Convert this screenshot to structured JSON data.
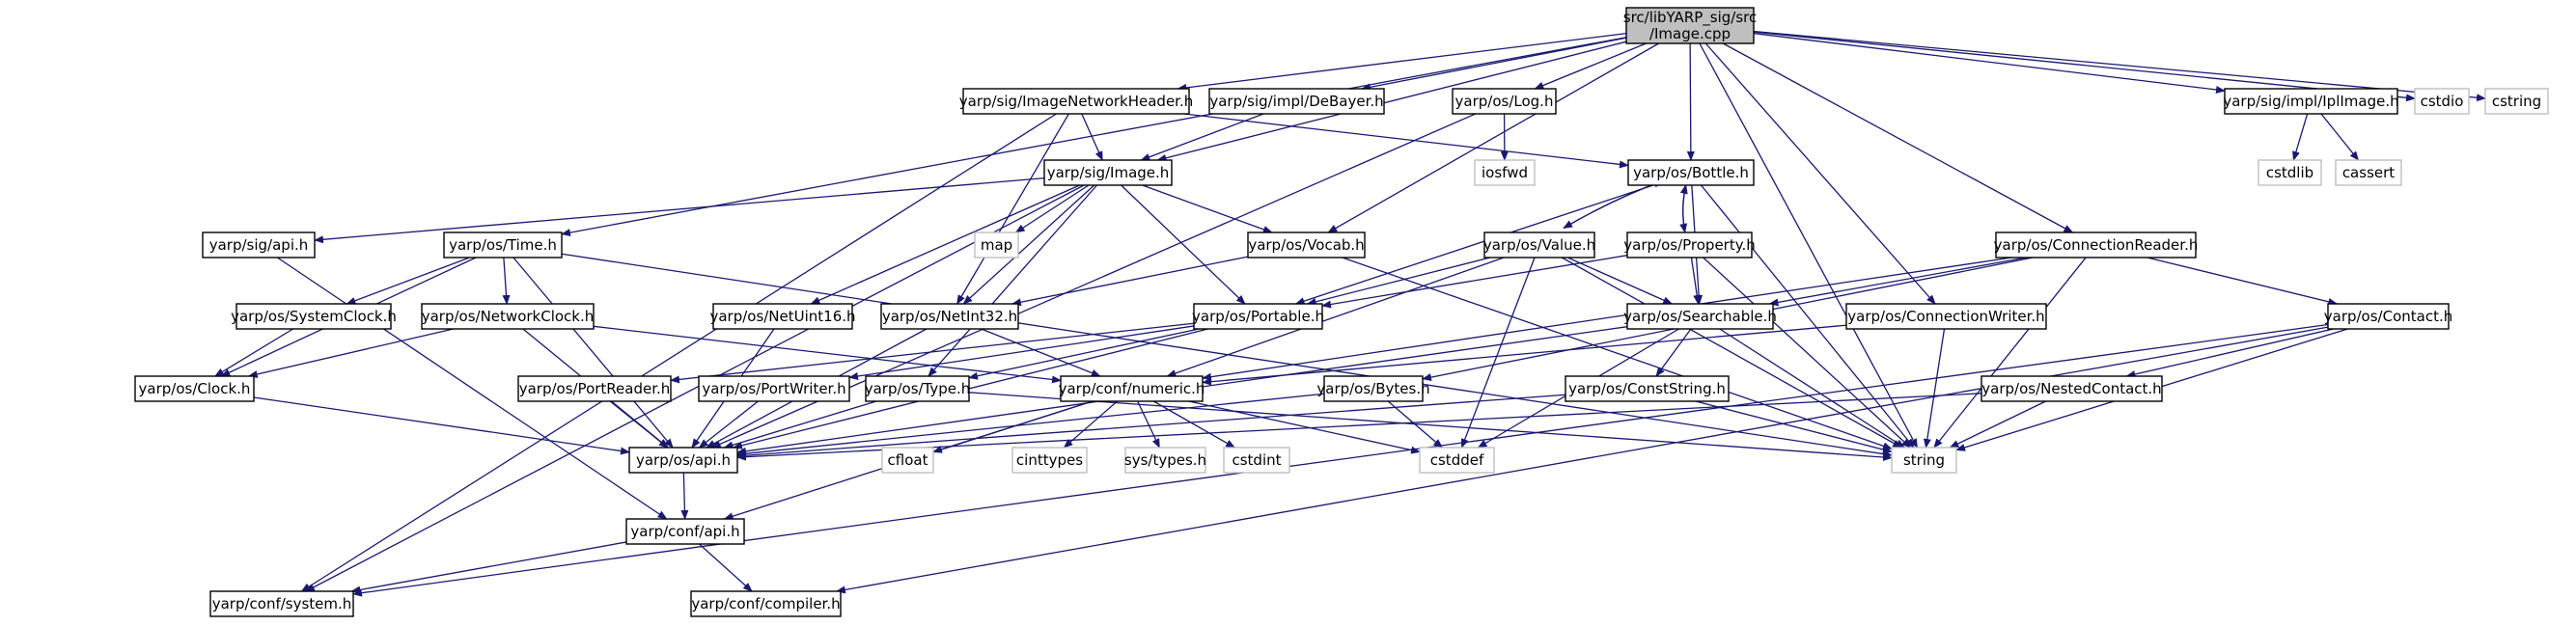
{
  "colors": {
    "edge": "#191970",
    "node_border": "#000000",
    "system_border": "#bfbfbf",
    "root_fill": "#bfbfbf",
    "background": "#ffffff"
  },
  "nodes": [
    {
      "id": "root",
      "label": [
        "src/libYARP_sig/src",
        "/Image.cpp"
      ],
      "kind": "root"
    },
    {
      "id": "imgnethdr",
      "label": [
        "yarp/sig/ImageNetworkHeader.h"
      ]
    },
    {
      "id": "debayer",
      "label": [
        "yarp/sig/impl/DeBayer.h"
      ]
    },
    {
      "id": "log",
      "label": [
        "yarp/os/Log.h"
      ]
    },
    {
      "id": "iplimage",
      "label": [
        "yarp/sig/impl/IplImage.h"
      ]
    },
    {
      "id": "cstdio",
      "label": [
        "cstdio"
      ],
      "kind": "sys"
    },
    {
      "id": "cstring",
      "label": [
        "cstring"
      ],
      "kind": "sys"
    },
    {
      "id": "image",
      "label": [
        "yarp/sig/Image.h"
      ]
    },
    {
      "id": "bottle",
      "label": [
        "yarp/os/Bottle.h"
      ]
    },
    {
      "id": "iosfwd",
      "label": [
        "iosfwd"
      ],
      "kind": "sys"
    },
    {
      "id": "cstdlib",
      "label": [
        "cstdlib"
      ],
      "kind": "sys"
    },
    {
      "id": "cassert",
      "label": [
        "cassert"
      ],
      "kind": "sys"
    },
    {
      "id": "sigapi",
      "label": [
        "yarp/sig/api.h"
      ]
    },
    {
      "id": "time",
      "label": [
        "yarp/os/Time.h"
      ]
    },
    {
      "id": "map",
      "label": [
        "map"
      ],
      "kind": "sys"
    },
    {
      "id": "vocab",
      "label": [
        "yarp/os/Vocab.h"
      ]
    },
    {
      "id": "value",
      "label": [
        "yarp/os/Value.h"
      ]
    },
    {
      "id": "property",
      "label": [
        "yarp/os/Property.h"
      ]
    },
    {
      "id": "connreader",
      "label": [
        "yarp/os/ConnectionReader.h"
      ]
    },
    {
      "id": "sysclock",
      "label": [
        "yarp/os/SystemClock.h"
      ]
    },
    {
      "id": "netclock",
      "label": [
        "yarp/os/NetworkClock.h"
      ]
    },
    {
      "id": "netuint16",
      "label": [
        "yarp/os/NetUint16.h"
      ]
    },
    {
      "id": "netint32",
      "label": [
        "yarp/os/NetInt32.h"
      ]
    },
    {
      "id": "portable",
      "label": [
        "yarp/os/Portable.h"
      ]
    },
    {
      "id": "searchable",
      "label": [
        "yarp/os/Searchable.h"
      ]
    },
    {
      "id": "connwriter",
      "label": [
        "yarp/os/ConnectionWriter.h"
      ]
    },
    {
      "id": "contact",
      "label": [
        "yarp/os/Contact.h"
      ]
    },
    {
      "id": "clock",
      "label": [
        "yarp/os/Clock.h"
      ]
    },
    {
      "id": "portreader",
      "label": [
        "yarp/os/PortReader.h"
      ]
    },
    {
      "id": "portwriter",
      "label": [
        "yarp/os/PortWriter.h"
      ]
    },
    {
      "id": "type",
      "label": [
        "yarp/os/Type.h"
      ]
    },
    {
      "id": "numeric",
      "label": [
        "yarp/conf/numeric.h"
      ]
    },
    {
      "id": "bytes",
      "label": [
        "yarp/os/Bytes.h"
      ]
    },
    {
      "id": "conststring",
      "label": [
        "yarp/os/ConstString.h"
      ]
    },
    {
      "id": "nestedcontact",
      "label": [
        "yarp/os/NestedContact.h"
      ]
    },
    {
      "id": "osapi",
      "label": [
        "yarp/os/api.h"
      ]
    },
    {
      "id": "cfloat",
      "label": [
        "cfloat"
      ],
      "kind": "sys"
    },
    {
      "id": "cinttypes",
      "label": [
        "cinttypes"
      ],
      "kind": "sys"
    },
    {
      "id": "systypes",
      "label": [
        "sys/types.h"
      ],
      "kind": "sys"
    },
    {
      "id": "cstdint",
      "label": [
        "cstdint"
      ],
      "kind": "sys"
    },
    {
      "id": "cstddef",
      "label": [
        "cstddef"
      ],
      "kind": "sys"
    },
    {
      "id": "string",
      "label": [
        "string"
      ],
      "kind": "sys"
    },
    {
      "id": "confapi",
      "label": [
        "yarp/conf/api.h"
      ]
    },
    {
      "id": "system",
      "label": [
        "yarp/conf/system.h"
      ]
    },
    {
      "id": "compiler",
      "label": [
        "yarp/conf/compiler.h"
      ]
    }
  ],
  "edges": [
    [
      "root",
      "imgnethdr"
    ],
    [
      "root",
      "debayer"
    ],
    [
      "root",
      "log"
    ],
    [
      "root",
      "iplimage"
    ],
    [
      "root",
      "cstdio"
    ],
    [
      "root",
      "cstring"
    ],
    [
      "root",
      "image"
    ],
    [
      "root",
      "bottle"
    ],
    [
      "root",
      "time"
    ],
    [
      "root",
      "vocab"
    ],
    [
      "root",
      "connreader"
    ],
    [
      "root",
      "connwriter"
    ],
    [
      "root",
      "string"
    ],
    [
      "imgnethdr",
      "image"
    ],
    [
      "imgnethdr",
      "bottle"
    ],
    [
      "imgnethdr",
      "netint32"
    ],
    [
      "imgnethdr",
      "system"
    ],
    [
      "debayer",
      "image"
    ],
    [
      "log",
      "iosfwd"
    ],
    [
      "log",
      "osapi"
    ],
    [
      "iplimage",
      "cstdlib"
    ],
    [
      "iplimage",
      "cassert"
    ],
    [
      "image",
      "sigapi"
    ],
    [
      "image",
      "map"
    ],
    [
      "image",
      "vocab"
    ],
    [
      "image",
      "portable"
    ],
    [
      "image",
      "netuint16"
    ],
    [
      "image",
      "netint32"
    ],
    [
      "image",
      "type"
    ],
    [
      "image",
      "system"
    ],
    [
      "bottle",
      "value"
    ],
    [
      "bottle",
      "property"
    ],
    [
      "bottle",
      "searchable"
    ],
    [
      "bottle",
      "portable"
    ],
    [
      "bottle",
      "string"
    ],
    [
      "value",
      "bottle"
    ],
    [
      "value",
      "portable"
    ],
    [
      "value",
      "searchable"
    ],
    [
      "value",
      "cstddef"
    ],
    [
      "value",
      "numeric"
    ],
    [
      "value",
      "string"
    ],
    [
      "property",
      "bottle"
    ],
    [
      "property",
      "portable"
    ],
    [
      "property",
      "searchable"
    ],
    [
      "property",
      "string"
    ],
    [
      "sigapi",
      "confapi"
    ],
    [
      "time",
      "sysclock"
    ],
    [
      "time",
      "netclock"
    ],
    [
      "time",
      "clock"
    ],
    [
      "time",
      "osapi"
    ],
    [
      "time",
      "string"
    ],
    [
      "sysclock",
      "clock"
    ],
    [
      "netclock",
      "clock"
    ],
    [
      "netclock",
      "osapi"
    ],
    [
      "netclock",
      "numeric"
    ],
    [
      "clock",
      "osapi"
    ],
    [
      "vocab",
      "netint32"
    ],
    [
      "vocab",
      "string"
    ],
    [
      "netuint16",
      "osapi"
    ],
    [
      "netint32",
      "osapi"
    ],
    [
      "netint32",
      "numeric"
    ],
    [
      "portable",
      "portreader"
    ],
    [
      "portable",
      "portwriter"
    ],
    [
      "portable",
      "type"
    ],
    [
      "portable",
      "osapi"
    ],
    [
      "portreader",
      "osapi"
    ],
    [
      "portwriter",
      "osapi"
    ],
    [
      "type",
      "osapi"
    ],
    [
      "type",
      "string"
    ],
    [
      "searchable",
      "conststring"
    ],
    [
      "searchable",
      "string"
    ],
    [
      "searchable",
      "osapi"
    ],
    [
      "searchable",
      "cstddef"
    ],
    [
      "connreader",
      "searchable"
    ],
    [
      "connreader",
      "contact"
    ],
    [
      "connreader",
      "bytes"
    ],
    [
      "connreader",
      "numeric"
    ],
    [
      "connreader",
      "string"
    ],
    [
      "connwriter",
      "numeric"
    ],
    [
      "connwriter",
      "string"
    ],
    [
      "contact",
      "nestedcontact"
    ],
    [
      "contact",
      "string"
    ],
    [
      "contact",
      "system"
    ],
    [
      "contact",
      "compiler"
    ],
    [
      "nestedcontact",
      "string"
    ],
    [
      "nestedcontact",
      "osapi"
    ],
    [
      "bytes",
      "osapi"
    ],
    [
      "bytes",
      "cstddef"
    ],
    [
      "conststring",
      "string"
    ],
    [
      "conststring",
      "osapi"
    ],
    [
      "numeric",
      "cfloat"
    ],
    [
      "numeric",
      "cinttypes"
    ],
    [
      "numeric",
      "systypes"
    ],
    [
      "numeric",
      "cstdint"
    ],
    [
      "numeric",
      "cstddef"
    ],
    [
      "numeric",
      "confapi"
    ],
    [
      "osapi",
      "confapi"
    ],
    [
      "confapi",
      "system"
    ],
    [
      "confapi",
      "compiler"
    ]
  ]
}
